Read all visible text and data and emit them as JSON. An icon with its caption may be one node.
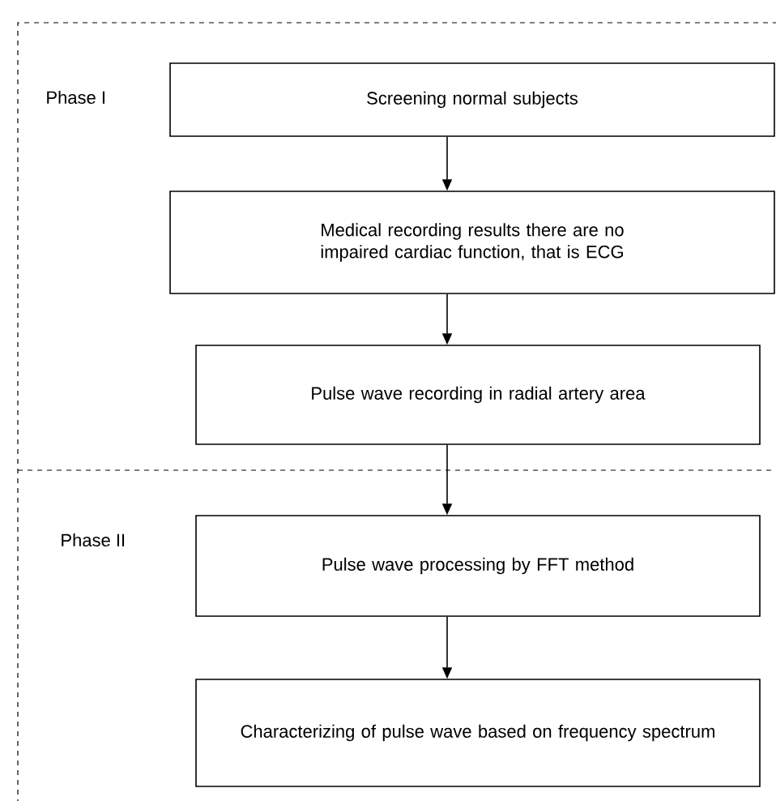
{
  "diagram": {
    "nodes": [
      {
        "text": [
          "Screening normal subjects"
        ]
      },
      {
        "text": [
          "Medical recording results there are no impaired cardiac function, that is ECG"
        ]
      },
      {
        "text": [
          "Pulse wave recording in radial artery area"
        ]
      },
      {
        "text": [
          "Pulse wave processing by FFT method"
        ]
      },
      {
        "text": [
          "Characterizing of pulse wave based on frequency spectrum"
        ]
      }
    ],
    "edges": [
      {
        "from": 0,
        "to": 1,
        "arrow": "to"
      },
      {
        "from": 1,
        "to": 2,
        "arrow": "to"
      },
      {
        "from": 2,
        "to": 3,
        "arrow": "to"
      },
      {
        "from": 3,
        "to": 4,
        "arrow": "to"
      }
    ],
    "labels": [
      "Phase I",
      "Phase II"
    ]
  }
}
